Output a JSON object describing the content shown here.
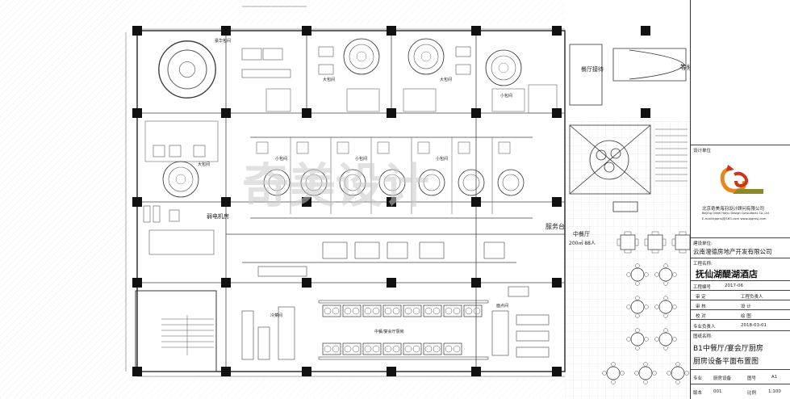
{
  "plan": {
    "watermark": "奇美设计",
    "rooms": {
      "deluxe_private_room": "豪华包间",
      "big_private_room": "大包间",
      "small_private_room": "小包间",
      "restaurant_reception": "餐厅接待",
      "weak_current_room": "弱电机房",
      "service_counter": "服务台",
      "middle_restaurant": "中餐厅",
      "middle_restaurant_area": "200㎡ 88人",
      "cold_dish": "冷菜间",
      "main_kitchen": "中餐/宴会厅厨房",
      "pastry": "面点间",
      "waiting": "等候"
    }
  },
  "title_block": {
    "design_unit_label": "设计单位",
    "design_company": "北京奇美海羽设计顾问有限公司",
    "company_en": "Beijing Qimei Haiyu Design Consultants Co.,Ltd",
    "company_web": "E-mail:bjqmsj@163.com  www.bjqmsj.com",
    "client_label": "建设单位:",
    "client_name": "云南澄德房地产开发有限公司",
    "project_label": "工程名称:",
    "project_name": "抚仙湖醍湖酒店",
    "project_no_label": "工程编号",
    "project_no": "2017-06",
    "review_label": "审 定",
    "project_lead_label": "工程负责人",
    "audit_label": "审 核",
    "design_label": "设 计",
    "check_label": "校 对",
    "draw_label": "绘 图",
    "specialty_lead_label": "专业负责人",
    "date": "2018-03-01",
    "drawing_name_label": "图纸名称:",
    "drawing_title_1": "B1中餐厅/宴会厅厨房",
    "drawing_title_2": "厨房设备平面布置图",
    "specialty_label": "专业",
    "specialty_value": "厨房设备",
    "drawing_no_label": "图号",
    "drawing_no": "A1",
    "version_label": "版本",
    "version_value": "001",
    "scale_label": "比例",
    "scale_value": "1:100"
  },
  "colors": {
    "line": "#333333",
    "column": "#111111",
    "logo_orange": "#e8871e",
    "logo_red": "#c8361f",
    "logo_olive": "#8a8a2a"
  }
}
